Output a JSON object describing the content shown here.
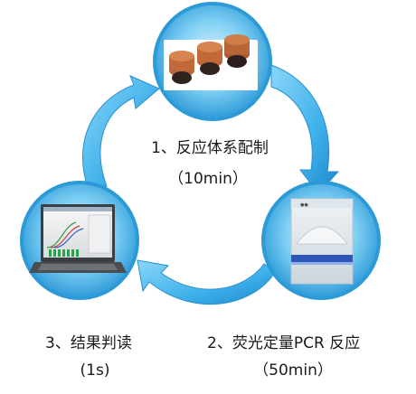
{
  "diagram": {
    "steps": [
      {
        "number": "1、",
        "title": "反应体系配制",
        "duration": "（10min）",
        "picture": "sample-tubes-photo"
      },
      {
        "number": "2、",
        "title": "荧光定量PCR 反应",
        "duration": "（50min）",
        "picture": "pcr-instrument-photo"
      },
      {
        "number": "3、",
        "title": "结果判读",
        "duration": "(1s)",
        "picture": "laptop-result-photo"
      }
    ],
    "colors": {
      "arrow": "#3eb0ea",
      "arrow_dark": "#1d86c9",
      "circle_ring": "#2d9ad8",
      "circle_fill": "#5ec3f0"
    }
  }
}
